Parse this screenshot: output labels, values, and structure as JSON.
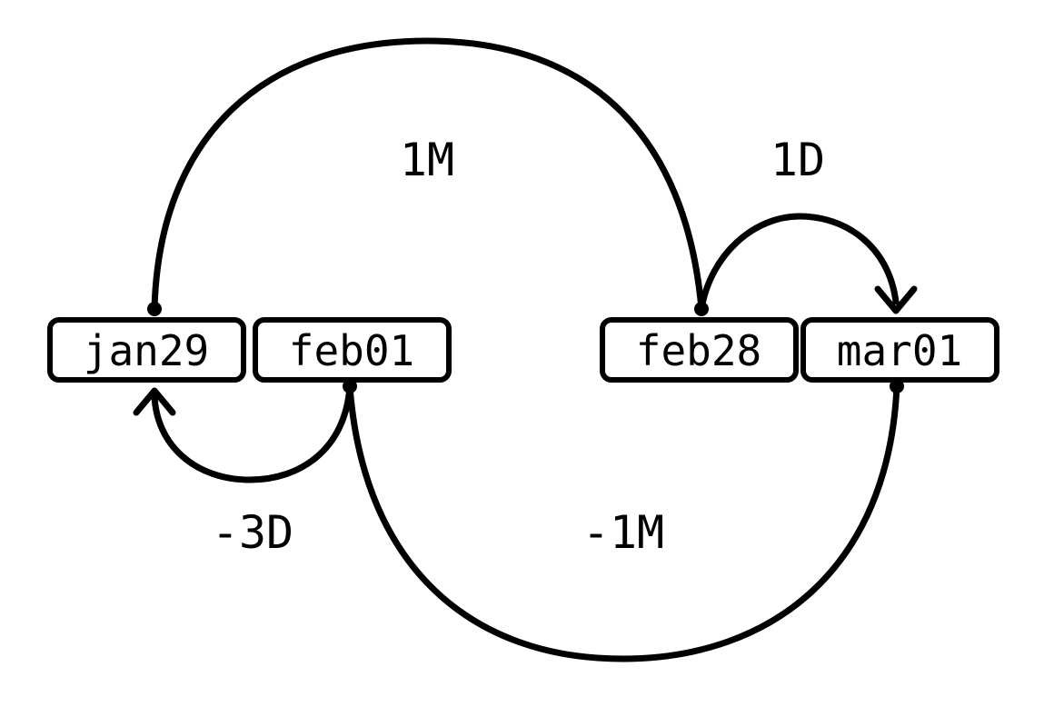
{
  "nodes": {
    "jan29": "jan29",
    "feb01": "feb01",
    "feb28": "feb28",
    "mar01": "mar01"
  },
  "edges": {
    "jan29_to_feb28": "1M",
    "feb28_to_mar01": "1D",
    "feb01_to_jan29": "-3D",
    "mar01_to_feb01": "-1M"
  },
  "colors": {
    "stroke": "#000000",
    "background": "#ffffff"
  }
}
